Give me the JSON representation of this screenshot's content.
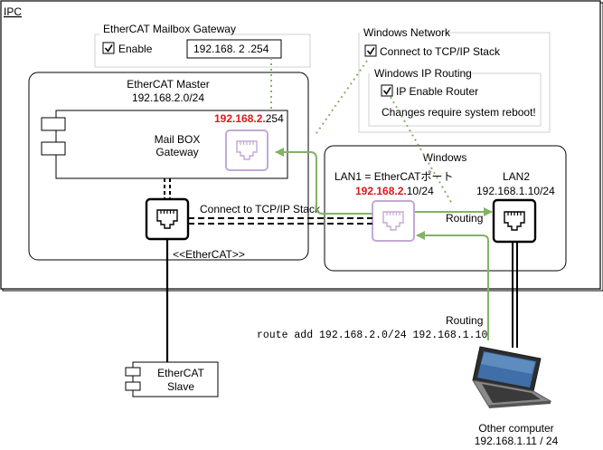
{
  "ipc": {
    "label": "IPC"
  },
  "mailbox_gateway_group": {
    "title": "EtherCAT Mailbox Gateway",
    "enable_label": "Enable",
    "enable_checked": true,
    "ip_value": "192.168. 2 .254"
  },
  "windows_network_group": {
    "title": "Windows Network",
    "connect_label": "Connect to TCP/IP Stack",
    "connect_checked": true,
    "ip_routing_group": {
      "title": "Windows IP Routing",
      "enable_router_label": "IP Enable Router",
      "enable_router_checked": true,
      "note": "Changes require system reboot!"
    }
  },
  "ethercat_master": {
    "title": "EtherCAT Master",
    "address": "192.168.2.0/24",
    "gateway_ip_prefix": "192.168.2.",
    "gateway_ip_suffix": "254",
    "mailbox_line1": "Mail BOX",
    "mailbox_line2": "Gateway"
  },
  "windows": {
    "title": "Windows",
    "lan1_title": "LAN1 = EtherCATポート",
    "lan1_ip_prefix": "192.168.2.",
    "lan1_ip_suffix": "10/24",
    "lan2_title": "LAN2",
    "lan2_ip": "192.168.1.10/24",
    "routing_label": "Routing"
  },
  "connect_tcpip_label": "Connect to TCP/IP Stack",
  "ethercat_stereotype": "<<EtherCAT>>",
  "slave": {
    "line1": "EtherCAT",
    "line2": "Slave"
  },
  "route": {
    "label": "Routing",
    "command": "route add 192.168.2.0/24 192.168.1.10"
  },
  "other_computer": {
    "name": "Other computer",
    "address": "192.168.1.11 / 24"
  },
  "colors": {
    "routing_green": "#82b366",
    "port_purple": "#c3a9d6",
    "ip_red": "#e0161b"
  }
}
